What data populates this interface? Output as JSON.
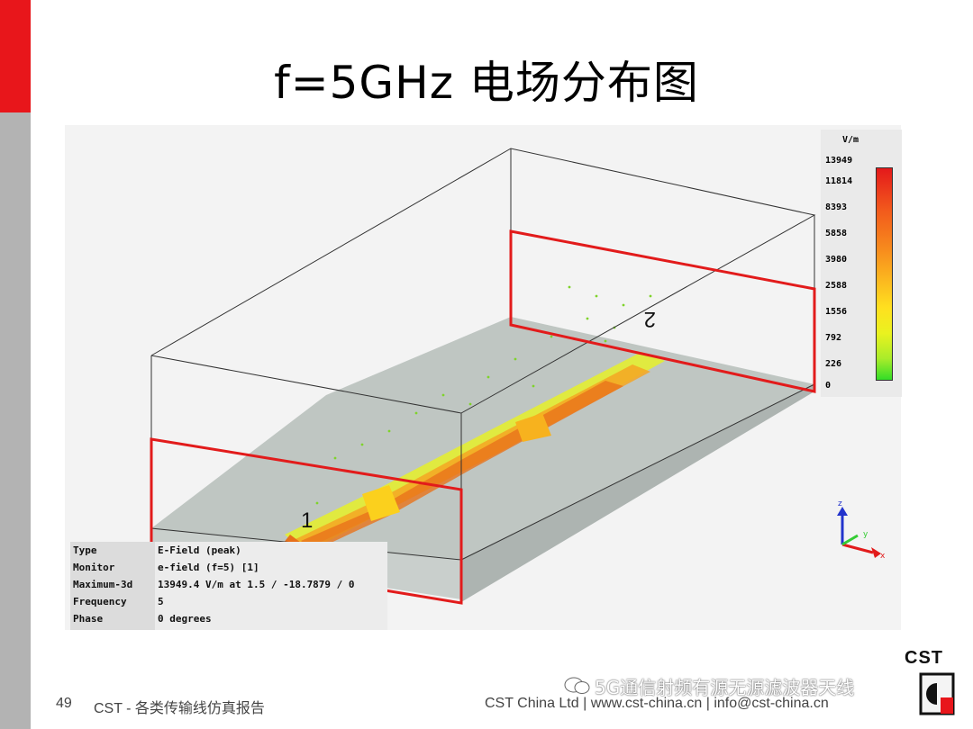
{
  "slide": {
    "title": "f=5GHz 电场分布图",
    "page_number": "49",
    "footer_left": "CST - 各类传输线仿真报告",
    "footer_right": "CST China Ltd | www.cst-china.cn | info@cst-china.cn",
    "logo": "CST",
    "watermark": "5G通信射频有源无源滤波器天线",
    "accent_color": "#e8161b"
  },
  "viewport": {
    "port_labels": [
      "1",
      "2"
    ],
    "axis_labels": {
      "z": "z",
      "y": "y",
      "x": "x"
    },
    "legend": {
      "unit": "V/m",
      "ticks": [
        "13949",
        "11814",
        "8393",
        "5858",
        "3980",
        "2588",
        "1556",
        "792",
        "226",
        "0"
      ]
    },
    "info": {
      "keys": [
        "Type",
        "Monitor",
        "Maximum-3d",
        "Frequency",
        "Phase"
      ],
      "values": [
        "E-Field (peak)",
        "e-field (f=5) [1]",
        "13949.4 V/m at 1.5 / -18.7879 / 0",
        "5",
        "0 degrees"
      ]
    }
  }
}
